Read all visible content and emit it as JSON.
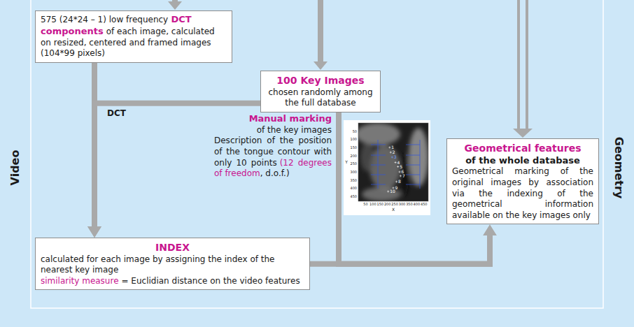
{
  "diagram": {
    "nodes": [
      {
        "text": [
          "575 (24*24 – 1) low frequency",
          "DCT components",
          "of each image, calculated on resized, centered and framed images (104*99 pixels)"
        ]
      },
      {
        "text": [
          "100 Key Images",
          "chosen randomly among the full database"
        ]
      },
      {
        "text": [
          "Geometrical features",
          "of the whole database",
          "Geometrical marking of the original images by association via the indexing of the geometrical information available on the key images only"
        ]
      },
      {
        "text": [
          "INDEX",
          "calculated for each image by assigning the index of the nearest key image",
          "similarity measure",
          "= Euclidian distance on the video features"
        ]
      }
    ],
    "edges": [
      {
        "from": 0,
        "to": 3,
        "arrow": "to"
      },
      {
        "from": 1,
        "to": 3,
        "arrow": "to",
        "label": "DCT"
      },
      {
        "from": 3,
        "to": 2,
        "arrow": "to"
      },
      {
        "from": 1,
        "to": 2,
        "arrow": "to"
      }
    ],
    "labels": [
      "Manual marking",
      "of the key images",
      "Description of the position of the tongue contour with only 10 points",
      "(12 degrees of freedom",
      ", d.o.f.)",
      "50",
      "100",
      "150",
      "200",
      "250",
      "300",
      "350",
      "400",
      "450",
      "Y",
      "50",
      "100",
      "150",
      "200",
      "250",
      "300",
      "350",
      "400",
      "450",
      "X",
      "1",
      "2",
      "3",
      "4",
      "5",
      "6",
      "7",
      "8",
      "9",
      "10",
      "Video",
      "Geometry"
    ]
  }
}
